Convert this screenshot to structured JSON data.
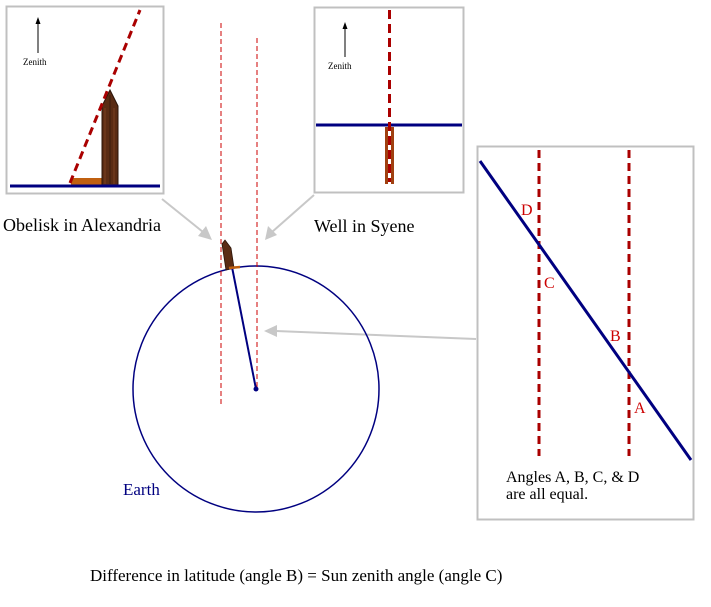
{
  "colors": {
    "earth_blue": "#000080",
    "ray_red": "#aa0000",
    "obelisk_brown": "#5a2c14",
    "shadow_orange": "#c06010",
    "well_brown": "#a04010",
    "frame_grey": "#c0c0c0",
    "arrow_grey": "#c8c8c8"
  },
  "labels": {
    "zenith_left": "Zenith",
    "zenith_right": "Zenith",
    "obelisk": "Obelisk in Alexandria",
    "well": "Well in Syene",
    "earth": "Earth",
    "angle_a": "A",
    "angle_b": "B",
    "angle_c": "C",
    "angle_d": "D",
    "angles_line1": "Angles A, B, C, & D",
    "angles_line2": "are all equal.",
    "caption": "Difference in latitude (angle B) = Sun zenith angle (angle C)"
  }
}
